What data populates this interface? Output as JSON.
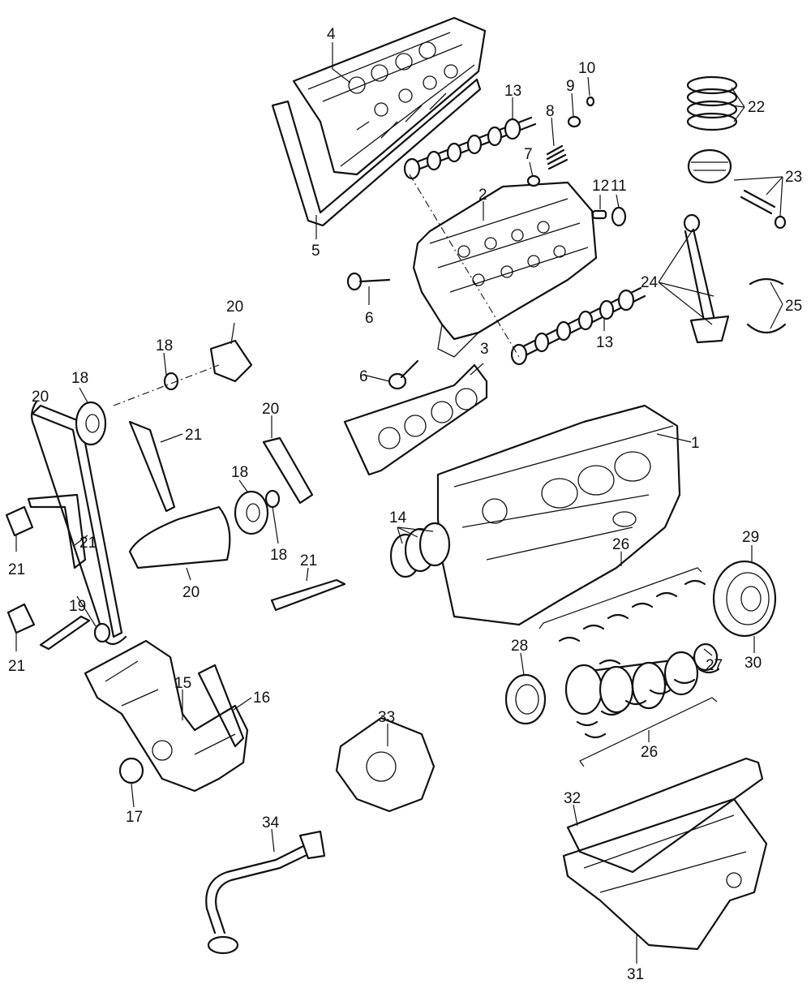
{
  "diagram": {
    "callouts": [
      {
        "id": "c1",
        "text": "1"
      },
      {
        "id": "c2",
        "text": "2"
      },
      {
        "id": "c3",
        "text": "3"
      },
      {
        "id": "c4",
        "text": "4"
      },
      {
        "id": "c5",
        "text": "5"
      },
      {
        "id": "c6a",
        "text": "6"
      },
      {
        "id": "c6b",
        "text": "6"
      },
      {
        "id": "c7",
        "text": "7"
      },
      {
        "id": "c8",
        "text": "8"
      },
      {
        "id": "c9",
        "text": "9"
      },
      {
        "id": "c10",
        "text": "10"
      },
      {
        "id": "c11",
        "text": "11"
      },
      {
        "id": "c12",
        "text": "12"
      },
      {
        "id": "c13a",
        "text": "13"
      },
      {
        "id": "c13b",
        "text": "13"
      },
      {
        "id": "c14",
        "text": "14"
      },
      {
        "id": "c15",
        "text": "15"
      },
      {
        "id": "c16",
        "text": "16"
      },
      {
        "id": "c17",
        "text": "17"
      },
      {
        "id": "c18a",
        "text": "18"
      },
      {
        "id": "c18b",
        "text": "18"
      },
      {
        "id": "c18c",
        "text": "18"
      },
      {
        "id": "c18d",
        "text": "18"
      },
      {
        "id": "c19",
        "text": "19"
      },
      {
        "id": "c20a",
        "text": "20"
      },
      {
        "id": "c20b",
        "text": "20"
      },
      {
        "id": "c20c",
        "text": "20"
      },
      {
        "id": "c20d",
        "text": "20"
      },
      {
        "id": "c21a",
        "text": "21"
      },
      {
        "id": "c21b",
        "text": "21"
      },
      {
        "id": "c21c",
        "text": "21"
      },
      {
        "id": "c21d",
        "text": "21"
      },
      {
        "id": "c21e",
        "text": "21"
      },
      {
        "id": "c22",
        "text": "22"
      },
      {
        "id": "c23",
        "text": "23"
      },
      {
        "id": "c24",
        "text": "24"
      },
      {
        "id": "c25",
        "text": "25"
      },
      {
        "id": "c26a",
        "text": "26"
      },
      {
        "id": "c26b",
        "text": "26"
      },
      {
        "id": "c27",
        "text": "27"
      },
      {
        "id": "c28",
        "text": "28"
      },
      {
        "id": "c29",
        "text": "29"
      },
      {
        "id": "c30",
        "text": "30"
      },
      {
        "id": "c31",
        "text": "31"
      },
      {
        "id": "c32",
        "text": "32"
      },
      {
        "id": "c33",
        "text": "33"
      },
      {
        "id": "c34",
        "text": "34"
      }
    ]
  }
}
